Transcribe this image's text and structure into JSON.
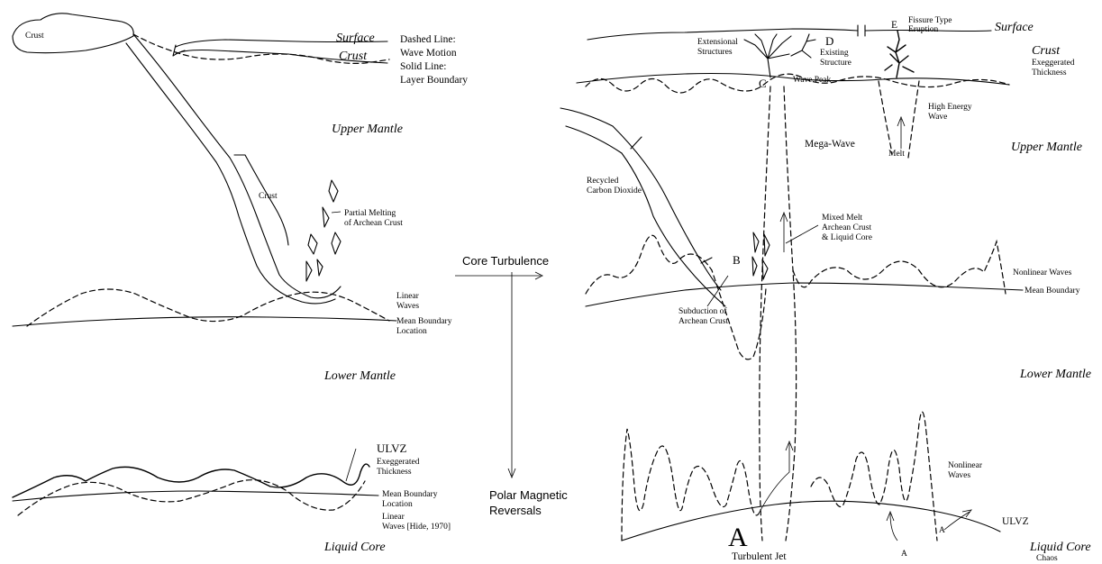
{
  "left_panel": {
    "crust_top": "Crust",
    "surface": "Surface",
    "crust": "Crust",
    "legend_line1": "Dashed Line:",
    "legend_line2": "Wave Motion",
    "legend_line3": "Solid Line:",
    "legend_line4": "Layer Boundary",
    "upper_mantle": "Upper Mantle",
    "crust_slab": "Crust",
    "partial_melting_1": "Partial Melting",
    "partial_melting_2": "of Archean Crust",
    "linear_waves_1": "Linear",
    "linear_waves_2": "Waves",
    "mean_boundary_1": "Mean Boundary",
    "mean_boundary_2": "Location",
    "lower_mantle": "Lower Mantle",
    "ulvz": "ULVZ",
    "ulvz_note_1": "Exeggerated",
    "ulvz_note_2": "Thickness",
    "mean_boundary_b1": "Mean Boundary",
    "mean_boundary_b2": "Location",
    "linear_b1": "Linear",
    "linear_b2": "Waves [Hide, 1970]",
    "liquid_core": "Liquid Core"
  },
  "middle": {
    "core_turbulence": "Core Turbulence",
    "polar_1": "Polar Magnetic",
    "polar_2": "Reversals"
  },
  "right_panel": {
    "ext_1": "Extensional",
    "ext_2": "Structures",
    "label_d": "D",
    "existing_1": "Existing",
    "existing_2": "Structure",
    "label_e": "E",
    "fissure_1": "Fissure Type",
    "fissure_2": "Eruption",
    "surface": "Surface",
    "crust": "Crust",
    "crust_note_1": "Exeggerated",
    "crust_note_2": "Thickness",
    "label_c": "C",
    "wave_peak": "Wave Peak",
    "high_energy_1": "High Energy",
    "high_energy_2": "Wave",
    "melt": "Melt",
    "upper_mantle": "Upper Mantle",
    "mega_wave": "Mega-Wave",
    "recycled_1": "Recycled",
    "recycled_2": "Carbon Dioxide",
    "mixed_1": "Mixed Melt",
    "mixed_2": "Archean Crust",
    "mixed_3": "& Liquid Core",
    "label_b": "B",
    "nonlinear_waves": "Nonlinear Waves",
    "mean_boundary": "Mean Boundary",
    "subduction_1": "Subduction of",
    "subduction_2": "Archean Crust",
    "lower_mantle": "Lower Mantle",
    "nonlinear_b1": "Nonlinear",
    "nonlinear_b2": "Waves",
    "ulvz": "ULVZ",
    "label_a_big": "A",
    "turbulent_jet": "Turbulent Jet",
    "label_a1": "A",
    "label_a2": "A",
    "liquid_core": "Liquid Core",
    "chaos": "Chaos"
  }
}
